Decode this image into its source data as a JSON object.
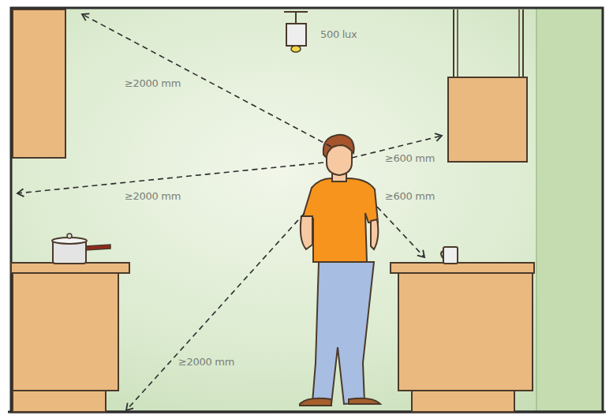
{
  "diagram": {
    "labels": [
      "500 lux",
      "≥2000 mm",
      "≥600 mm",
      "≥2000 mm",
      "≥600 mm",
      "≥2000 mm"
    ]
  }
}
